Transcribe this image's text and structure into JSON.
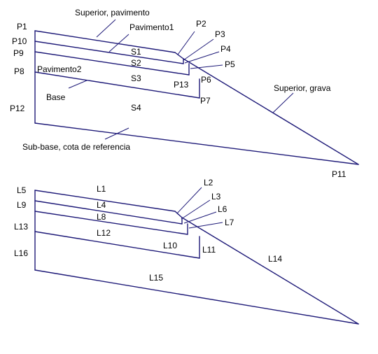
{
  "colors": {
    "line": "#1e1a78",
    "text": "#000000",
    "background": "#ffffff"
  },
  "top_figure": {
    "points": {
      "p1": "P1",
      "p10": "P10",
      "p9": "P9",
      "p8": "P8",
      "p12": "P12",
      "p2": "P2",
      "p3": "P3",
      "p4": "P4",
      "p5": "P5",
      "p6": "P6",
      "p13": "P13",
      "p7": "P7",
      "p11": "P11"
    },
    "surfaces": {
      "s1": "S1",
      "s2": "S2",
      "s3": "S3",
      "s4": "S4"
    },
    "annotations": {
      "superior_pavimento": "Superior, pavimento",
      "pavimento1": "Pavimento1",
      "pavimento2": "Pavimento2",
      "base": "Base",
      "superior_grava": "Superior, grava",
      "sub_base": "Sub-base, cota de referencia"
    }
  },
  "bottom_figure": {
    "lines": {
      "l5": "L5",
      "l9": "L9",
      "l13": "L13",
      "l16": "L16",
      "l1": "L1",
      "l4": "L4",
      "l8": "L8",
      "l12": "L12",
      "l15": "L15",
      "l2": "L2",
      "l3": "L3",
      "l6": "L6",
      "l7": "L7",
      "l10": "L10",
      "l11": "L11",
      "l14": "L14"
    }
  }
}
